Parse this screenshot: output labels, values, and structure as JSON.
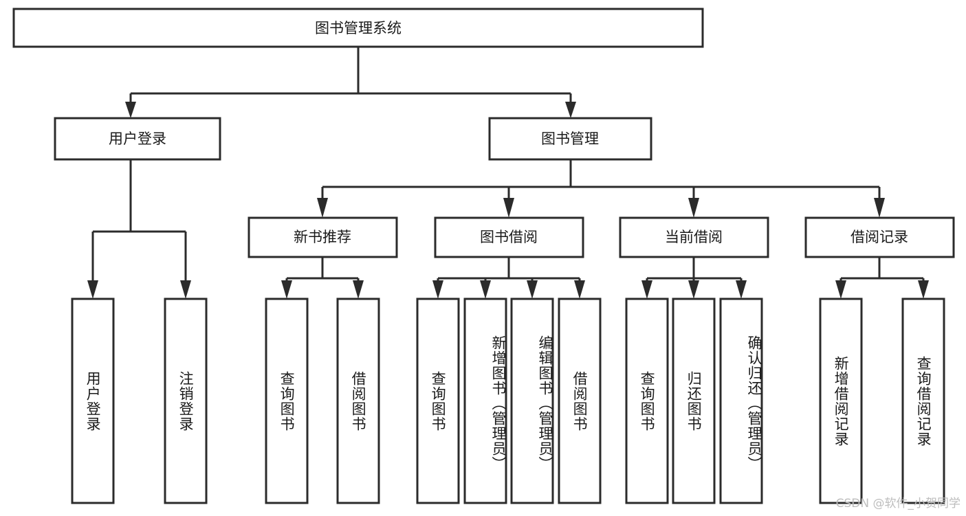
{
  "diagram": {
    "type": "tree",
    "title": "图书管理系统",
    "orientation": "top-down",
    "watermark": "CSDN @软件_小贺同学",
    "colors": {
      "box_fill": "#ffffff",
      "box_stroke": "#2b2b2b",
      "text": "#1a1a1a",
      "connector": "#2b2b2b",
      "watermark": "#bdbdbd"
    },
    "nodes": {
      "root": {
        "label": "图书管理系统",
        "level": 0,
        "orientation": "horizontal"
      },
      "l1": [
        {
          "id": "user-login",
          "label": "用户登录",
          "level": 1,
          "orientation": "horizontal"
        },
        {
          "id": "book-manage",
          "label": "图书管理",
          "level": 1,
          "orientation": "horizontal"
        }
      ],
      "l2": [
        {
          "id": "new-book-rec",
          "label": "新书推荐",
          "level": 2,
          "orientation": "horizontal",
          "parent": "book-manage"
        },
        {
          "id": "book-borrow",
          "label": "图书借阅",
          "level": 2,
          "orientation": "horizontal",
          "parent": "book-manage"
        },
        {
          "id": "current-borrow",
          "label": "当前借阅",
          "level": 2,
          "orientation": "horizontal",
          "parent": "book-manage"
        },
        {
          "id": "borrow-record",
          "label": "借阅记录",
          "level": 2,
          "orientation": "horizontal",
          "parent": "book-manage"
        }
      ],
      "leaves": [
        {
          "id": "leaf-user-login",
          "label": "用户登录",
          "parent": "user-login",
          "orientation": "vertical",
          "align": "middle"
        },
        {
          "id": "leaf-logout",
          "label": "注销登录",
          "parent": "user-login",
          "orientation": "vertical",
          "align": "middle"
        },
        {
          "id": "leaf-query-book-1",
          "label": "查询图书",
          "parent": "new-book-rec",
          "orientation": "vertical",
          "align": "middle"
        },
        {
          "id": "leaf-borrow-book-1",
          "label": "借阅图书",
          "parent": "new-book-rec",
          "orientation": "vertical",
          "align": "middle"
        },
        {
          "id": "leaf-query-book-2",
          "label": "查询图书",
          "parent": "book-borrow",
          "orientation": "vertical",
          "align": "middle"
        },
        {
          "id": "leaf-add-book",
          "label": "新增图书（管理员）",
          "parent": "book-borrow",
          "orientation": "vertical",
          "align": "top"
        },
        {
          "id": "leaf-edit-book",
          "label": "编辑图书（管理员）",
          "parent": "book-borrow",
          "orientation": "vertical",
          "align": "top"
        },
        {
          "id": "leaf-borrow-book-2",
          "label": "借阅图书",
          "parent": "book-borrow",
          "orientation": "vertical",
          "align": "middle"
        },
        {
          "id": "leaf-query-book-3",
          "label": "查询图书",
          "parent": "current-borrow",
          "orientation": "vertical",
          "align": "middle"
        },
        {
          "id": "leaf-return-book",
          "label": "归还图书",
          "parent": "current-borrow",
          "orientation": "vertical",
          "align": "middle"
        },
        {
          "id": "leaf-confirm-return",
          "label": "确认归还（管理员）",
          "parent": "current-borrow",
          "orientation": "vertical",
          "align": "top"
        },
        {
          "id": "leaf-add-record",
          "label": "新增借阅记录",
          "parent": "borrow-record",
          "orientation": "vertical",
          "align": "middle"
        },
        {
          "id": "leaf-query-record",
          "label": "查询借阅记录",
          "parent": "borrow-record",
          "orientation": "vertical",
          "align": "middle"
        }
      ]
    }
  }
}
